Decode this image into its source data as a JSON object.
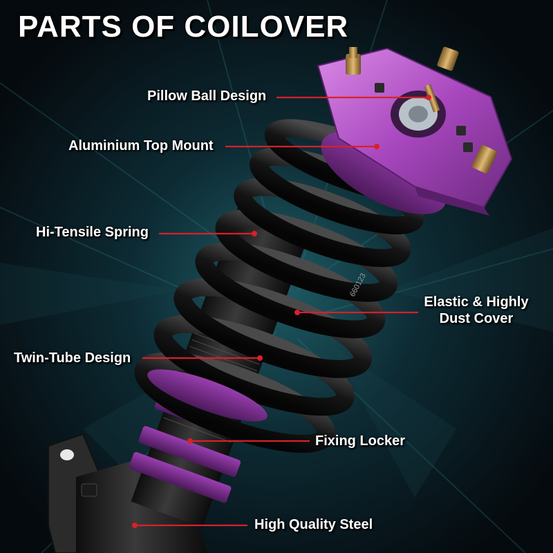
{
  "title": "PARTS OF COILOVER",
  "labels": {
    "pillow_ball": "Pillow Ball Design",
    "top_mount": "Aluminium Top Mount",
    "spring": "Hi-Tensile Spring",
    "dust_cover_line1": "Elastic & Highly",
    "dust_cover_line2": "Dust Cover",
    "twin_tube": "Twin-Tube Design",
    "fixing_locker": "Fixing Locker",
    "steel": "High Quality Steel"
  },
  "spring_marking": "660123",
  "colors": {
    "accent_purple": "#b04fc4",
    "leader_red": "#d8202a",
    "spring_black": "#141414",
    "background": "#0b1a22"
  }
}
